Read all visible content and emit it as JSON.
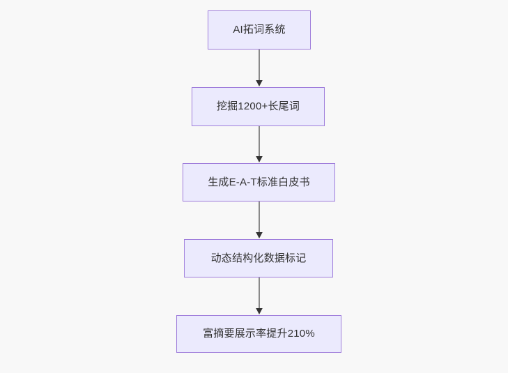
{
  "diagram": {
    "type": "flowchart",
    "direction": "top-to-bottom",
    "background_color": "#f8f8f8",
    "node_fill_color": "#ebeafd",
    "node_border_color": "#9f7ddb",
    "node_text_color": "#333333",
    "connector_line_color": "#8a8a8a",
    "connector_arrow_color": "#333333",
    "nodes": [
      {
        "id": "n1",
        "label": "AI拓词系统"
      },
      {
        "id": "n2",
        "label": "挖掘1200+长尾词"
      },
      {
        "id": "n3",
        "label": "生成E-A-T标准白皮书"
      },
      {
        "id": "n4",
        "label": "动态结构化数据标记"
      },
      {
        "id": "n5",
        "label": "富摘要展示率提升210%"
      }
    ],
    "edges": [
      {
        "from": "n1",
        "to": "n2",
        "label": ""
      },
      {
        "from": "n2",
        "to": "n3",
        "label": ""
      },
      {
        "from": "n3",
        "to": "n4",
        "label": ""
      },
      {
        "from": "n4",
        "to": "n5",
        "label": ""
      }
    ]
  }
}
